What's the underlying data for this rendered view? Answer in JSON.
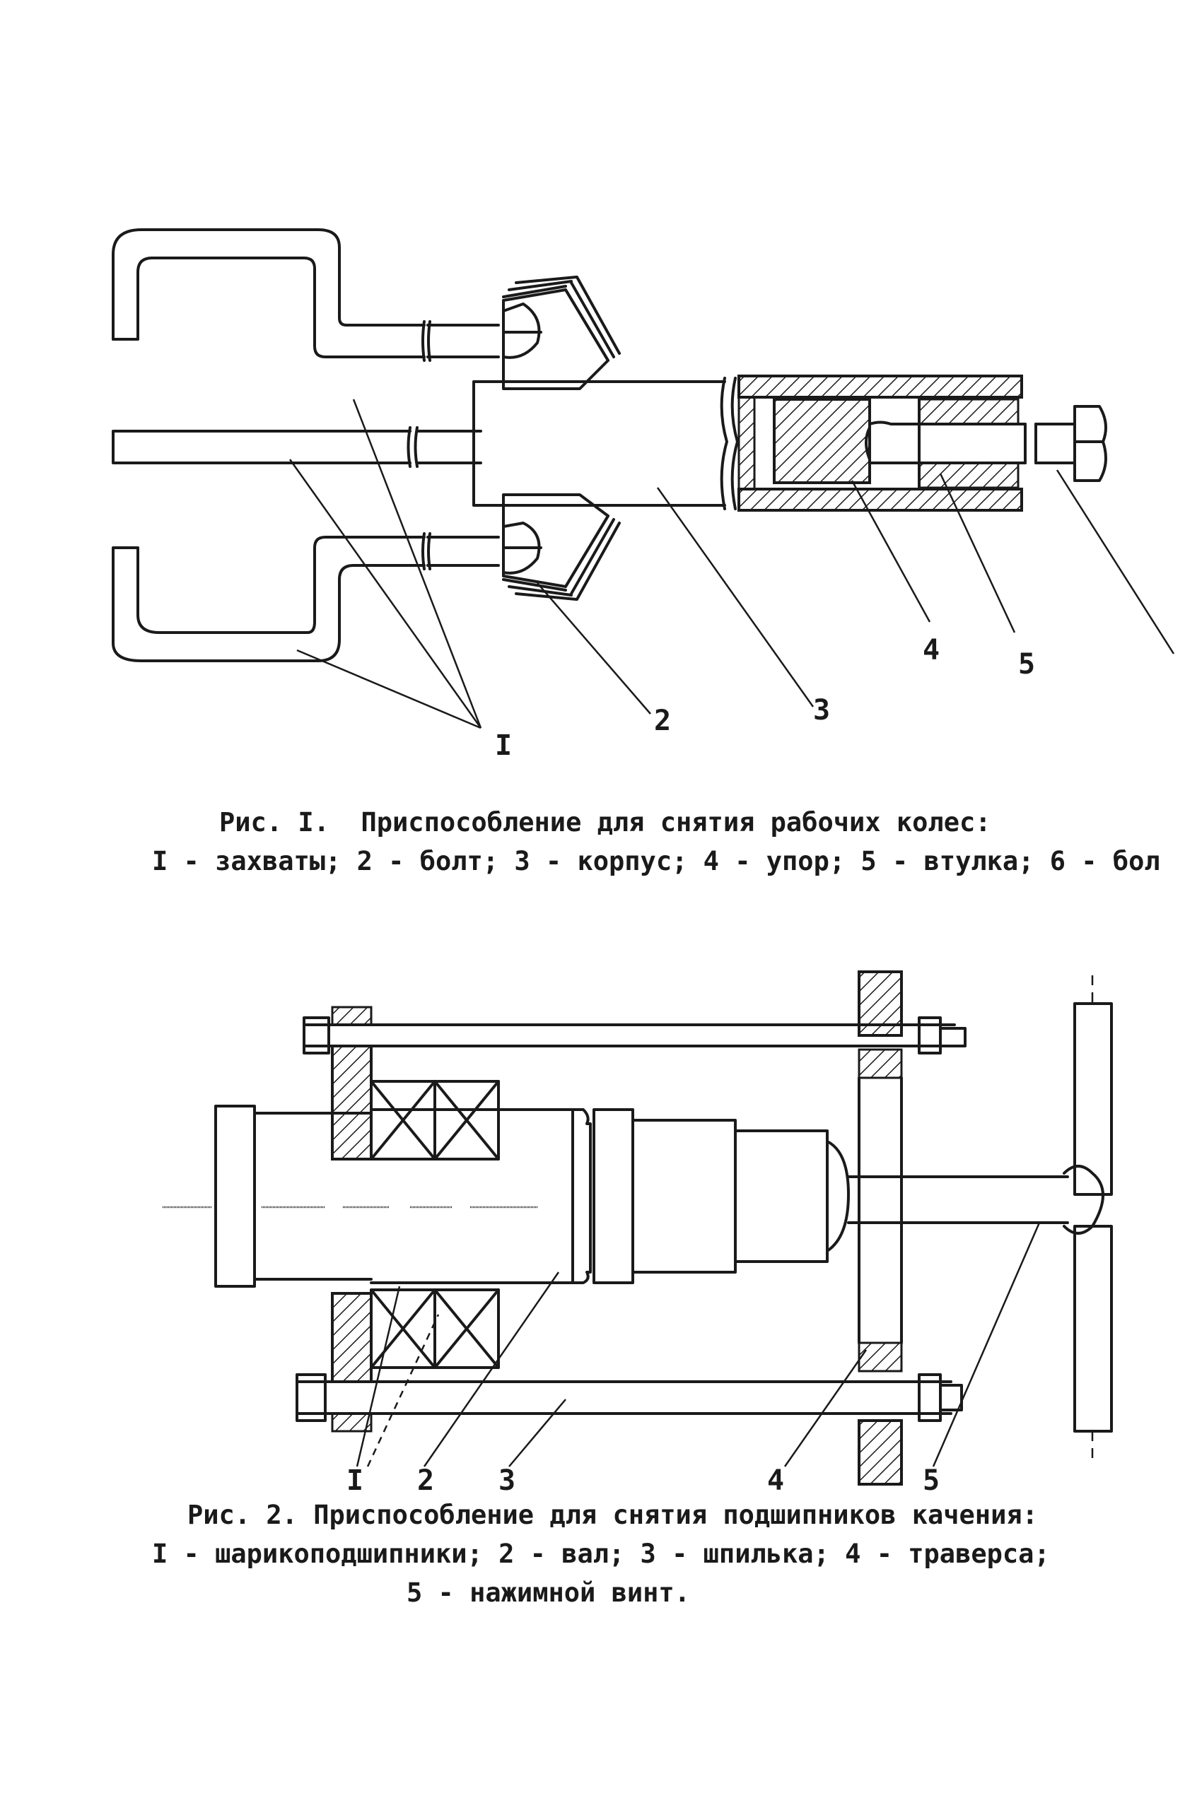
{
  "figure1": {
    "labels": {
      "l1": "I",
      "l2": "2",
      "l3": "3",
      "l4": "4",
      "l5": "5"
    },
    "caption_title": "Рис. I.  Приспособление для снятия рабочих колес:",
    "caption_legend": "I - захваты; 2 - болт; 3 - корпус; 4 - упор; 5 - втулка; 6 - бол"
  },
  "figure2": {
    "labels": {
      "l1": "I",
      "l2": "2",
      "l3": "3",
      "l4": "4",
      "l5": "5"
    },
    "caption_title": "Рис. 2. Приспособление для снятия подшипников качения:",
    "caption_legend": "I - шарикоподшипники; 2 - вал; 3 - шпилька; 4 - траверса;",
    "caption_legend2": "5 - нажимной винт."
  }
}
